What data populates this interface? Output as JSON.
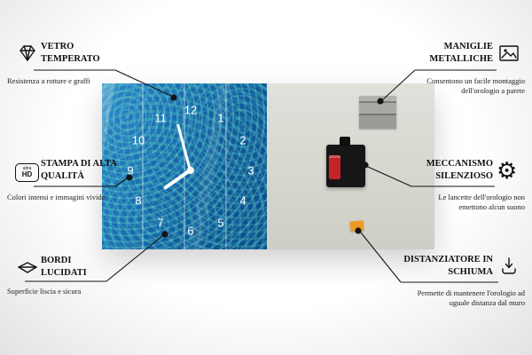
{
  "product": {
    "clock": {
      "numbers": [
        "1",
        "2",
        "3",
        "4",
        "5",
        "6",
        "7",
        "8",
        "9",
        "10",
        "11",
        "12"
      ]
    },
    "colors": {
      "clock_blue": "#1a6cb0",
      "back_panel": "#d6d5ce",
      "spacer_orange": "#f09a20",
      "battery_red": "#c3242a"
    }
  },
  "callouts": [
    {
      "id": "vetro",
      "icon": "diamond-icon",
      "title": "VETRO TEMPERATO",
      "description": "Resistenza a rotture e graffi"
    },
    {
      "id": "stampa",
      "icon": "ultra-hd-icon",
      "icon_label_top": "ultra",
      "icon_label_bottom": "HD",
      "title": "STAMPA DI ALTA QUALITÀ",
      "description": "Colori intensi e immagini vivide"
    },
    {
      "id": "bordi",
      "icon": "polished-edge-icon",
      "title": "BORDI LUCIDATI",
      "description": "Superficie liscia e sicura"
    },
    {
      "id": "maniglie",
      "icon": "picture-frame-icon",
      "title": "MANIGLIE METALLICHE",
      "description": "Consentono un facile montaggio dell'orologio a parete"
    },
    {
      "id": "meccanismo",
      "icon": "gear-icon",
      "title": "MECCANISMO SILENZIOSO",
      "description": "Le lancette dell'orologio non emettono alcun suono"
    },
    {
      "id": "distanziatore",
      "icon": "foam-spacer-icon",
      "title": "DISTANZIATORE IN SCHIUMA",
      "description": "Permette di mantenere l'orologio ad uguale distanza dal muro"
    }
  ]
}
